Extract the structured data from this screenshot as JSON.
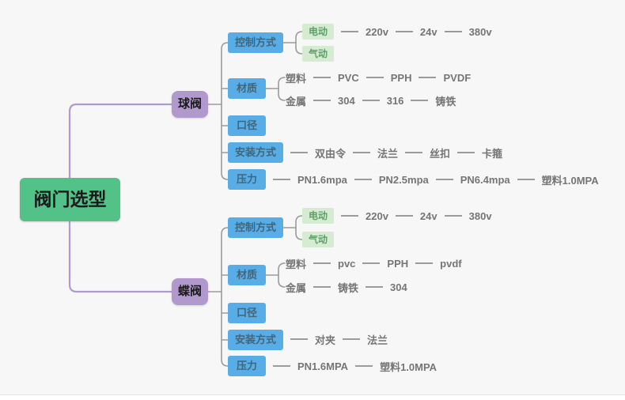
{
  "colors": {
    "canvas-bg": "#f7f7f8",
    "root-green": "#53c289",
    "branch-purple": "#b199cd",
    "category-blue": "#58ade7",
    "category-text": "#42657a",
    "option-green": "#d6ecd2",
    "option-text": "#5e9e68",
    "leaf-text": "#757575",
    "line-gray": "#9b9b9b",
    "line-purple": "#b19ace"
  },
  "root": {
    "label": "阀门选型"
  },
  "branches": [
    {
      "label": "球阀",
      "categories": {
        "control": "控制方式",
        "material": "材质",
        "diameter": "口径",
        "install": "安装方式",
        "pressure": "压力"
      },
      "control_options": [
        "电动",
        "气动"
      ],
      "electric_chain": [
        "220v",
        "24v",
        "380v"
      ],
      "material_plastic": [
        "塑料",
        "PVC",
        "PPH",
        "PVDF"
      ],
      "material_metal": [
        "金属",
        "304",
        "316",
        "铸铁"
      ],
      "install_chain": [
        "双由令",
        "法兰",
        "丝扣",
        "卡箍"
      ],
      "pressure_chain": [
        "PN1.6mpa",
        "PN2.5mpa",
        "PN6.4mpa",
        "塑料1.0MPA"
      ]
    },
    {
      "label": "蝶阀",
      "categories": {
        "control": "控制方式",
        "material": "材质",
        "diameter": "口径",
        "install": "安装方式",
        "pressure": "压力"
      },
      "control_options": [
        "电动",
        "气动"
      ],
      "electric_chain": [
        "220v",
        "24v",
        "380v"
      ],
      "material_plastic": [
        "塑料",
        "pvc",
        "PPH",
        "pvdf"
      ],
      "material_metal": [
        "金属",
        "铸铁",
        "304"
      ],
      "install_chain": [
        "对夹",
        "法兰"
      ],
      "pressure_chain": [
        "PN1.6MPA",
        "塑料1.0MPA"
      ]
    }
  ]
}
